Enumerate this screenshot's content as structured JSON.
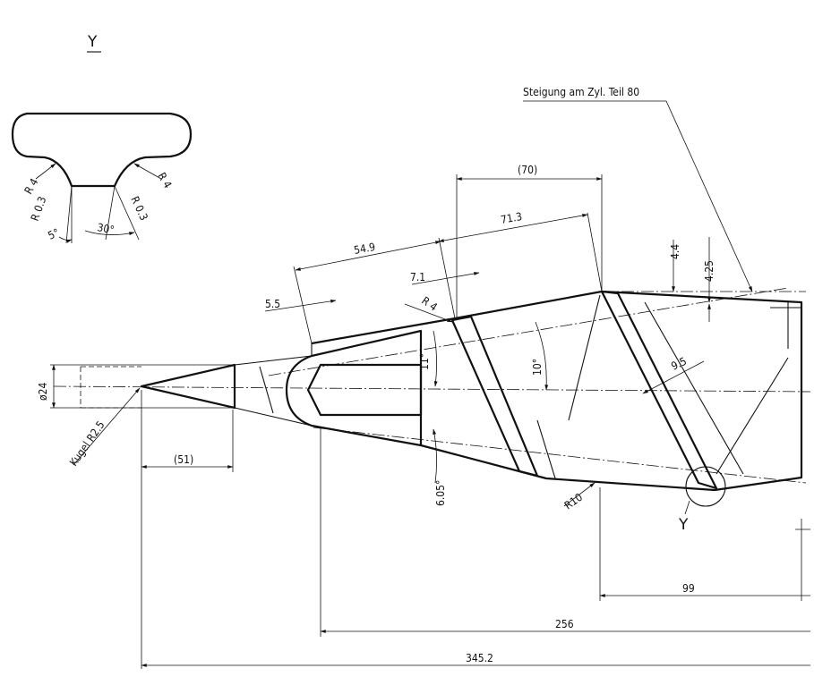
{
  "detail": {
    "view_label": "Y",
    "r4_left": "R 4",
    "r4_right": "R 4",
    "r03_left": "R 0.3",
    "r03_right": "R 0.3",
    "angle_5": "5°",
    "angle_30": "30°"
  },
  "main": {
    "thread_note": "Steigung am Zyl. Teil 80",
    "dim_70": "(70)",
    "dim_71_3": "71.3",
    "dim_54_9": "54.9",
    "dim_7_1": "7.1",
    "dim_5_5": "5.5",
    "dim_r4": "R 4",
    "dim_4_4": "4.4",
    "dim_4_25": "4.25",
    "dim_11deg": "11°",
    "dim_10deg": "10°",
    "dim_9_5": "9.5",
    "dim_dia24": "ø24",
    "dim_kugel": "Kugel R2.5",
    "dim_51": "(51)",
    "dim_6_05": "6.05°",
    "dim_r10": "R10",
    "view_y": "Y",
    "dim_99": "99",
    "dim_256": "256",
    "dim_345_2": "345.2"
  }
}
